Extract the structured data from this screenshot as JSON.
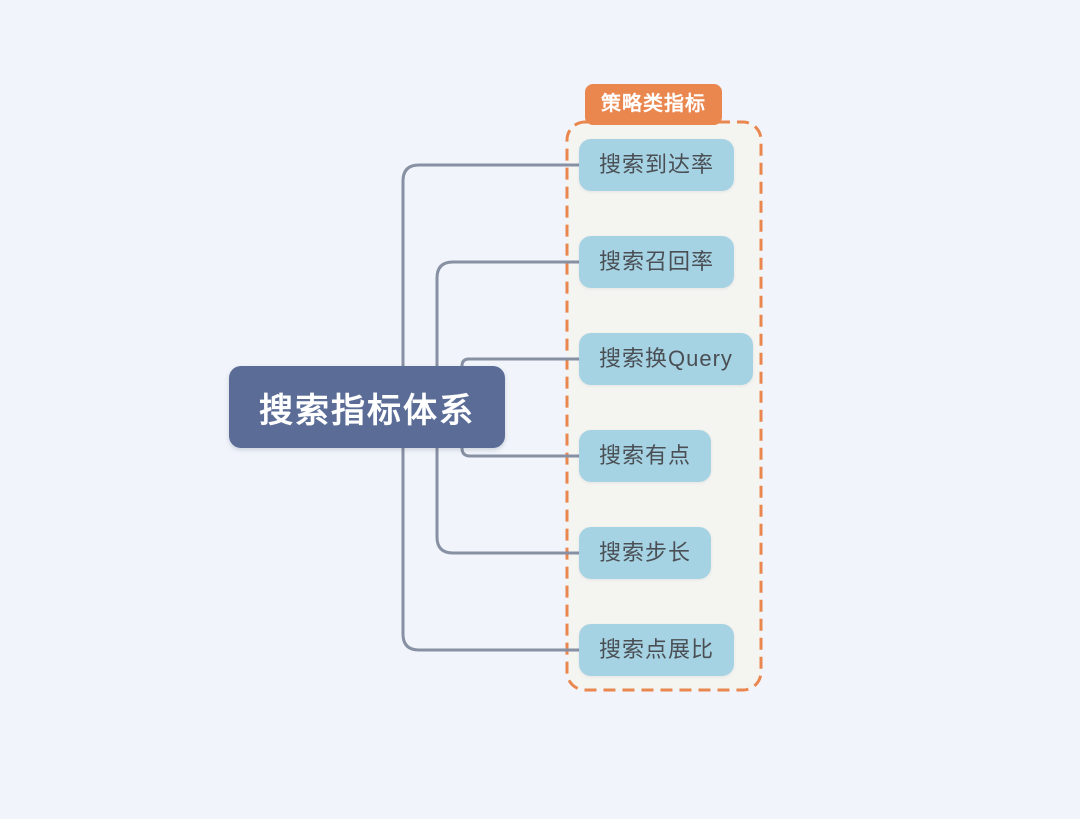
{
  "diagram": {
    "root": {
      "label": "搜索指标体系"
    },
    "group": {
      "label": "策略类指标",
      "nodes": [
        {
          "label": "搜索到达率"
        },
        {
          "label": "搜索召回率"
        },
        {
          "label": "搜索换Query"
        },
        {
          "label": "搜索有点"
        },
        {
          "label": "搜索步长"
        },
        {
          "label": "搜索点展比"
        }
      ]
    },
    "colors": {
      "background": "#f1f5fb",
      "root_fill": "#5b6d97",
      "root_text": "#ffffff",
      "node_fill": "#a6d3e3",
      "node_text": "#4a4f55",
      "group_fill": "#f4f4f1",
      "group_border": "#e9874f",
      "group_label_fill": "#e9874f",
      "group_label_text": "#ffffff",
      "connector": "#8791a3"
    }
  }
}
